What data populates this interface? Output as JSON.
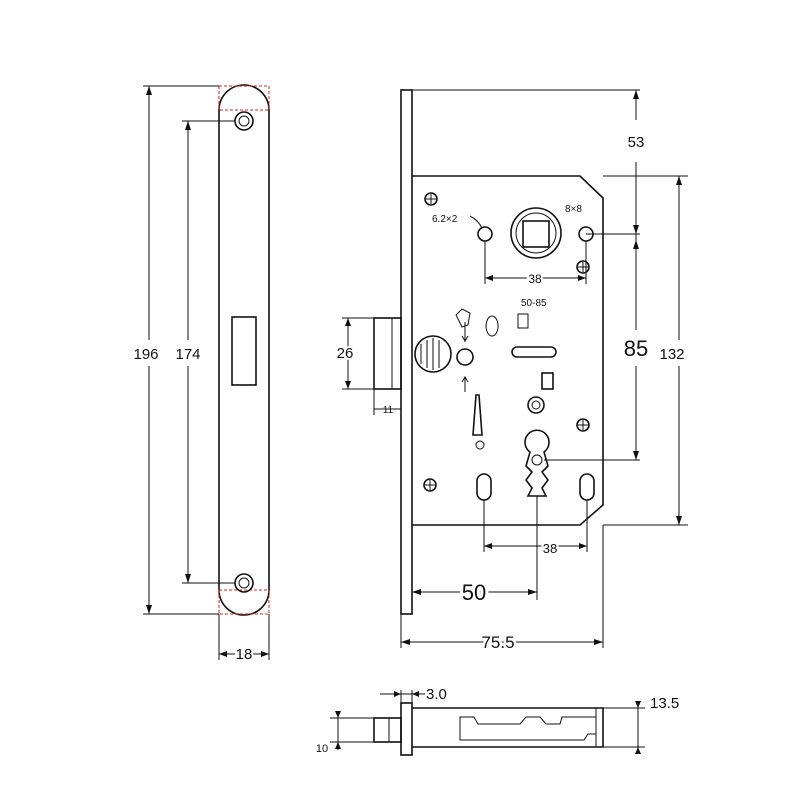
{
  "faceplate": {
    "dimensions": {
      "overall_height": "196",
      "hole_spacing": "174",
      "width": "18"
    }
  },
  "lock_body": {
    "dimensions": {
      "top_offset": "53",
      "handle_to_key": "85",
      "case_height": "132",
      "latch_projection": "26",
      "latch_offset": "11",
      "handle_holes_spacing": "38",
      "key_holes_spacing": "38",
      "backset": "50",
      "case_depth": "75.5"
    },
    "labels": {
      "pin_hole": "6.2×2",
      "spindle": "8×8",
      "marking": "50-85"
    }
  },
  "bottom_view": {
    "dimensions": {
      "plate_thickness": "3.0",
      "case_thickness": "13.5",
      "latch_width": "10"
    }
  }
}
